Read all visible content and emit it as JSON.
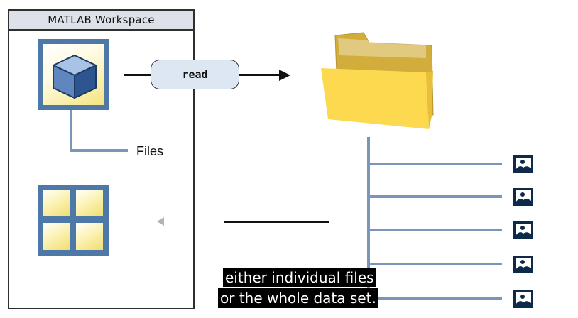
{
  "workspace": {
    "title": "MATLAB Workspace"
  },
  "labels": {
    "files": "Files",
    "read": "read"
  },
  "caption": {
    "line1": "either individual files",
    "line2": "or the whole data set."
  },
  "colors": {
    "connector": "#7b95b9",
    "icon_frame": "#4d78a8",
    "folder_front": "#fcd94e",
    "folder_back": "#d2ad3c"
  },
  "icons": [
    "datastore-cube-icon",
    "table-grid-icon",
    "folder-icon",
    "image-file-icon",
    "arrow-right-icon",
    "cursor-triangle-icon"
  ]
}
